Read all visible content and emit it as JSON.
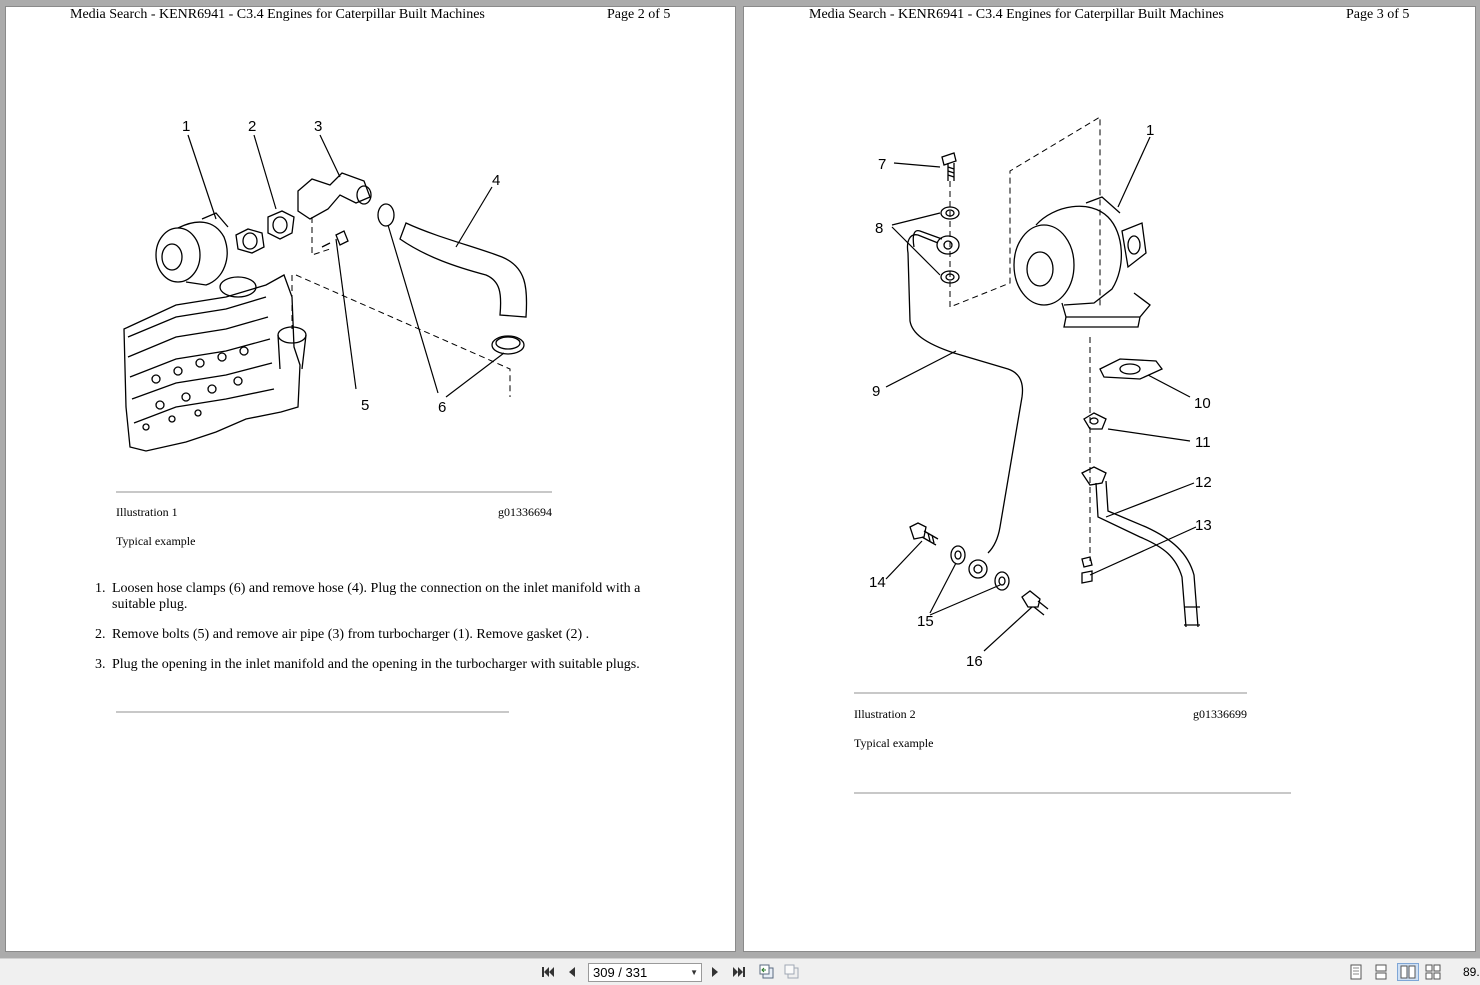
{
  "left_page": {
    "header_title": "Media Search - KENR6941 - C3.4 Engines for Caterpillar Built Machines",
    "header_page": "Page 2 of 5",
    "figure_callouts": [
      "1",
      "2",
      "3",
      "4",
      "5",
      "6"
    ],
    "illustration_label": "Illustration 1",
    "illustration_id": "g01336694",
    "caption": "Typical example",
    "steps": [
      {
        "num": "1.",
        "line1": "Loosen hose clamps (6) and remove hose (4). Plug the connection on the inlet manifold with a",
        "line2": "suitable plug."
      },
      {
        "num": "2.",
        "line1": "Remove bolts (5) and remove air pipe (3) from turbocharger (1). Remove gasket (2) ."
      },
      {
        "num": "3.",
        "line1": "Plug the opening in the inlet manifold and the opening in the turbocharger with suitable plugs."
      }
    ]
  },
  "right_page": {
    "header_title": "Media Search - KENR6941 - C3.4 Engines for Caterpillar Built Machines",
    "header_page": "Page 3 of 5",
    "figure_callouts": [
      "1",
      "7",
      "8",
      "9",
      "10",
      "11",
      "12",
      "13",
      "14",
      "15",
      "16"
    ],
    "illustration_label": "Illustration 2",
    "illustration_id": "g01336699",
    "caption": "Typical example"
  },
  "toolbar": {
    "page_field": "309 / 331",
    "zoom": "89.",
    "icons": [
      "first-page-icon",
      "previous-page-icon",
      "next-page-icon",
      "last-page-icon",
      "go-back-view-icon",
      "go-forward-view-icon",
      "single-page-view-icon",
      "continuous-view-icon",
      "two-page-view-icon",
      "two-page-continuous-view-icon"
    ]
  }
}
